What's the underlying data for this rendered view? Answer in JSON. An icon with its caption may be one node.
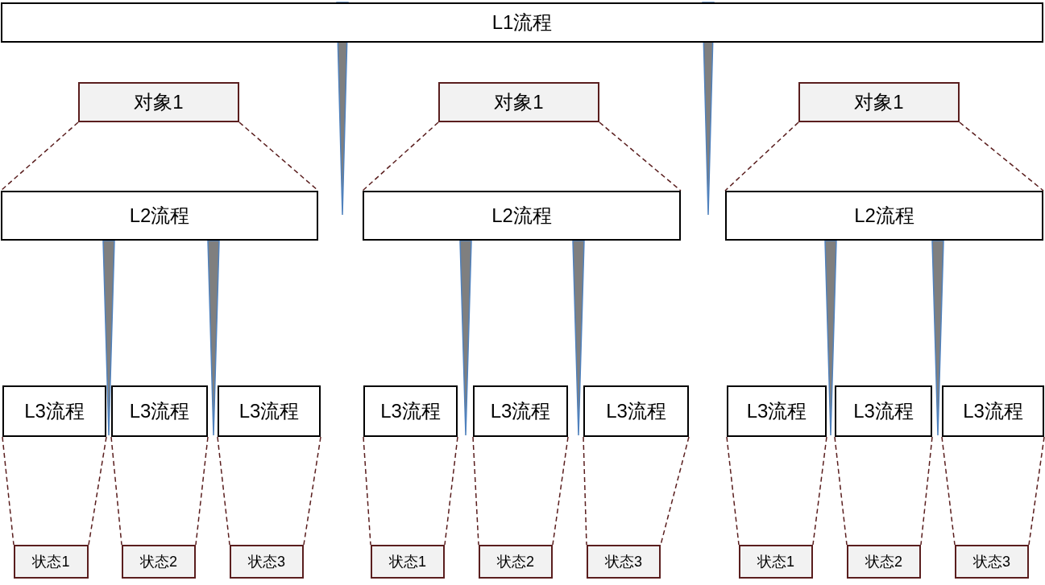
{
  "diagram": {
    "nodes": [
      {
        "text": [
          "L1流程"
        ]
      },
      {
        "text": [
          "对象1"
        ]
      },
      {
        "text": [
          "对象1"
        ]
      },
      {
        "text": [
          "对象1"
        ]
      },
      {
        "text": [
          "L2流程"
        ]
      },
      {
        "text": [
          "L2流程"
        ]
      },
      {
        "text": [
          "L2流程"
        ]
      },
      {
        "text": [
          "L3流程"
        ]
      },
      {
        "text": [
          "L3流程"
        ]
      },
      {
        "text": [
          "L3流程"
        ]
      },
      {
        "text": [
          "L3流程"
        ]
      },
      {
        "text": [
          "L3流程"
        ]
      },
      {
        "text": [
          "L3流程"
        ]
      },
      {
        "text": [
          "L3流程"
        ]
      },
      {
        "text": [
          "L3流程"
        ]
      },
      {
        "text": [
          "L3流程"
        ]
      },
      {
        "text": [
          "状态1"
        ]
      },
      {
        "text": [
          "状态2"
        ]
      },
      {
        "text": [
          "状态3"
        ]
      },
      {
        "text": [
          "状态1"
        ]
      },
      {
        "text": [
          "状态2"
        ]
      },
      {
        "text": [
          "状态3"
        ]
      },
      {
        "text": [
          "状态1"
        ]
      },
      {
        "text": [
          "状态2"
        ]
      },
      {
        "text": [
          "状态3"
        ]
      },
      {
        "text": [],
        "shape": "wedge"
      },
      {
        "text": [],
        "shape": "wedge"
      },
      {
        "text": [],
        "shape": "wedge"
      },
      {
        "text": [],
        "shape": "wedge"
      },
      {
        "text": [],
        "shape": "wedge"
      },
      {
        "text": [],
        "shape": "wedge"
      },
      {
        "text": [],
        "shape": "wedge"
      },
      {
        "text": [],
        "shape": "wedge"
      }
    ],
    "edges": [
      {
        "from": 1,
        "to": 4,
        "arrow": "none",
        "style": "dashed"
      },
      {
        "from": 1,
        "to": 4,
        "arrow": "none",
        "style": "dashed"
      },
      {
        "from": 2,
        "to": 5,
        "arrow": "none",
        "style": "dashed"
      },
      {
        "from": 2,
        "to": 5,
        "arrow": "none",
        "style": "dashed"
      },
      {
        "from": 3,
        "to": 6,
        "arrow": "none",
        "style": "dashed"
      },
      {
        "from": 3,
        "to": 6,
        "arrow": "none",
        "style": "dashed"
      },
      {
        "from": 7,
        "to": 16,
        "arrow": "none",
        "style": "dashed"
      },
      {
        "from": 7,
        "to": 16,
        "arrow": "none",
        "style": "dashed"
      },
      {
        "from": 8,
        "to": 17,
        "arrow": "none",
        "style": "dashed"
      },
      {
        "from": 8,
        "to": 17,
        "arrow": "none",
        "style": "dashed"
      },
      {
        "from": 9,
        "to": 18,
        "arrow": "none",
        "style": "dashed"
      },
      {
        "from": 9,
        "to": 18,
        "arrow": "none",
        "style": "dashed"
      },
      {
        "from": 10,
        "to": 19,
        "arrow": "none",
        "style": "dashed"
      },
      {
        "from": 10,
        "to": 19,
        "arrow": "none",
        "style": "dashed"
      },
      {
        "from": 11,
        "to": 20,
        "arrow": "none",
        "style": "dashed"
      },
      {
        "from": 11,
        "to": 20,
        "arrow": "none",
        "style": "dashed"
      },
      {
        "from": 12,
        "to": 21,
        "arrow": "none",
        "style": "dashed"
      },
      {
        "from": 12,
        "to": 21,
        "arrow": "none",
        "style": "dashed"
      },
      {
        "from": 13,
        "to": 22,
        "arrow": "none",
        "style": "dashed"
      },
      {
        "from": 13,
        "to": 22,
        "arrow": "none",
        "style": "dashed"
      },
      {
        "from": 14,
        "to": 23,
        "arrow": "none",
        "style": "dashed"
      },
      {
        "from": 14,
        "to": 23,
        "arrow": "none",
        "style": "dashed"
      },
      {
        "from": 15,
        "to": 24,
        "arrow": "none",
        "style": "dashed"
      },
      {
        "from": 15,
        "to": 24,
        "arrow": "none",
        "style": "dashed"
      }
    ]
  }
}
